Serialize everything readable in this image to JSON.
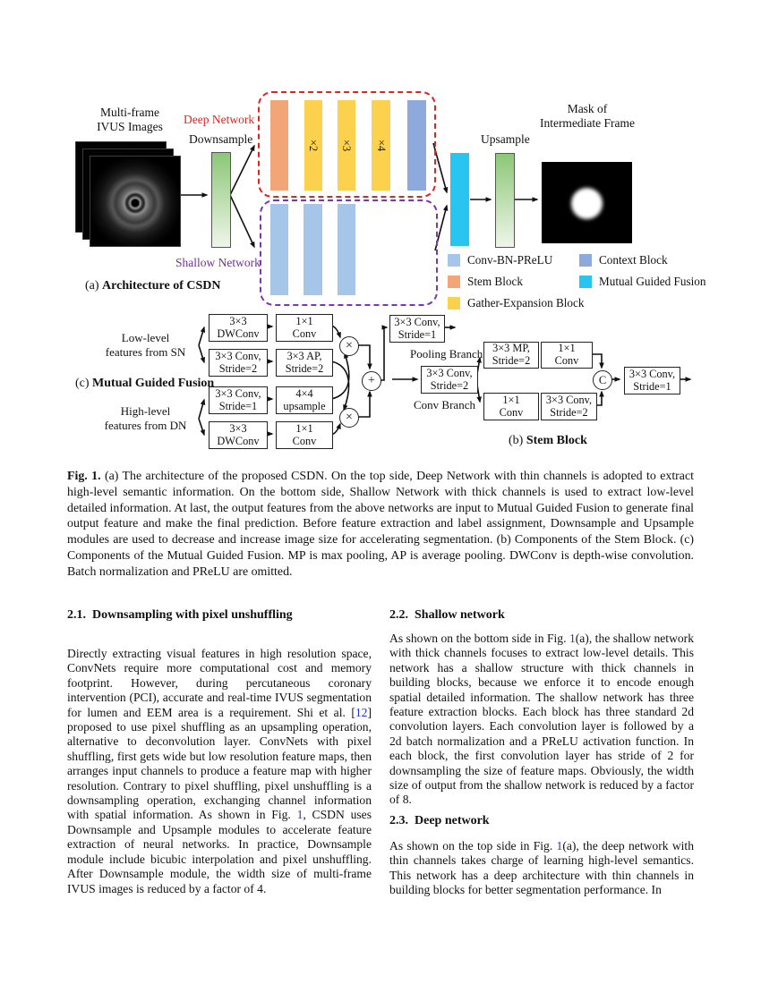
{
  "figure": {
    "panel_a": {
      "input_label": "Multi-frame\nIVUS Images",
      "deep_network_label": "Deep Network",
      "downsample_label": "Downsample",
      "shallow_network_label": "Shallow Network",
      "upsample_label": "Upsample",
      "output_label": "Mask of\nIntermediate Frame",
      "title": [
        {
          "t": "(a) "
        },
        {
          "t": "Architecture of CSDN",
          "b": true
        }
      ],
      "ge_labels": [
        "×2",
        "×3",
        "×4"
      ],
      "legend": [
        {
          "label": "Conv-BN-PReLU",
          "color": "#a5c6e9"
        },
        {
          "label": "Stem Block",
          "color": "#f2a678"
        },
        {
          "label": "Gather-Expansion Block",
          "color": "#fcd14e"
        },
        {
          "label": "Context Block",
          "color": "#8ea9dc"
        },
        {
          "label": "Mutual Guided Fusion",
          "color": "#28c5f1"
        }
      ]
    },
    "panel_b": {
      "title": [
        {
          "t": "(b) "
        },
        {
          "t": "Stem Block",
          "b": true
        }
      ],
      "pooling_branch_label": "Pooling Branch",
      "conv_branch_label": "Conv Branch",
      "input_box": "3×3 Conv,\nStride=2",
      "mp_box": "3×3 MP,\nStride=2",
      "pool_conv_box": "1×1\nConv",
      "conv1_box": "1×1\nConv",
      "conv2_box": "3×3 Conv,\nStride=2",
      "concat": "C",
      "output_box": "3×3 Conv,\nStride=1"
    },
    "panel_c": {
      "title": [
        {
          "t": "(c) "
        },
        {
          "t": "Mutual Guided Fusion",
          "b": true
        }
      ],
      "low_label": "Low-level\nfeatures from SN",
      "high_label": "High-level\nfeatures from DN",
      "col1": [
        "3×3\nDWConv",
        "3×3 Conv,\nStride=2",
        "3×3 Conv,\nStride=1",
        "3×3\nDWConv"
      ],
      "col2": [
        "1×1\nConv",
        "3×3 AP,\nStride=2",
        "4×4\nupsample",
        "1×1\nConv"
      ],
      "mul": "×",
      "add": "+",
      "output_box": "3×3 Conv,\nStride=1"
    }
  },
  "caption": [
    {
      "t": "Fig. 1.",
      "b": true
    },
    {
      "t": " (a) The architecture of the proposed CSDN. On the top side, Deep Network with thin channels is adopted to extract high-level semantic information. On the bottom side, Shallow Network with thick channels is used to extract low-level detailed information. At last, the output features from the above networks are input to Mutual Guided Fusion to generate final output feature and make the final prediction. Before feature extraction and label assignment, Downsample and Upsample modules are used to decrease and increase image size for accelerating segmentation. (b) Components of the Stem Block. (c) Components of the Mutual Guided Fusion. MP is max pooling, AP is average pooling. DWConv is depth-wise convolution. Batch normalization and PReLU are omitted."
    }
  ],
  "sections": {
    "s21": {
      "heading": "2.1.  Downsampling with pixel unshuffling",
      "body": [
        {
          "t": "Directly extracting visual features in high resolution space, ConvNets require more computational cost and memory footprint. However, during percutaneous coronary intervention (PCI), accurate and real-time IVUS segmentation for lumen and EEM area is a requirement. Shi et al. ["
        },
        {
          "t": "12",
          "cite": true
        },
        {
          "t": "] proposed to use pixel shuffling as an upsampling operation, alternative to deconvolution layer. ConvNets with pixel shuffling, first gets wide but low resolution feature maps, then arranges input channels to produce a feature map with higher resolution. Contrary to pixel shuffling, pixel unshuffling is a downsampling operation, exchanging channel information with spatial information. As shown in Fig. "
        },
        {
          "t": "1",
          "cite": true
        },
        {
          "t": ", CSDN uses Downsample and Upsample modules to accelerate feature extraction of neural networks. In practice, Downsample module include bicubic interpolation and pixel unshuffling. After Downsample module, the width size of multi-frame IVUS images is reduced by a factor of 4."
        }
      ]
    },
    "s22": {
      "heading": "2.2.  Shallow network",
      "body": [
        {
          "t": "As shown on the bottom side in Fig. "
        },
        {
          "t": "1",
          "cite": true
        },
        {
          "t": "(a), the shallow network with thick channels focuses to extract low-level details. This network has a shallow structure with thick channels in building blocks, because we enforce it to encode enough spatial detailed information. The shallow network has three feature extraction blocks. Each block has three standard 2d convolution layers. Each convolution layer is followed by a 2d batch normalization and a PReLU activation function. In each block, the first convolution layer has stride of 2 for downsampling the size of feature maps. Obviously, the width size of output from the shallow network is reduced by a factor of 8."
        }
      ]
    },
    "s23": {
      "heading": "2.3.  Deep network",
      "body": [
        {
          "t": "As shown on the top side in Fig. "
        },
        {
          "t": "1",
          "cite": true
        },
        {
          "t": "(a), the deep network with thin channels takes charge of learning high-level semantics. This network has a deep architecture with thin channels in building blocks for better segmentation performance. In"
        }
      ]
    }
  }
}
